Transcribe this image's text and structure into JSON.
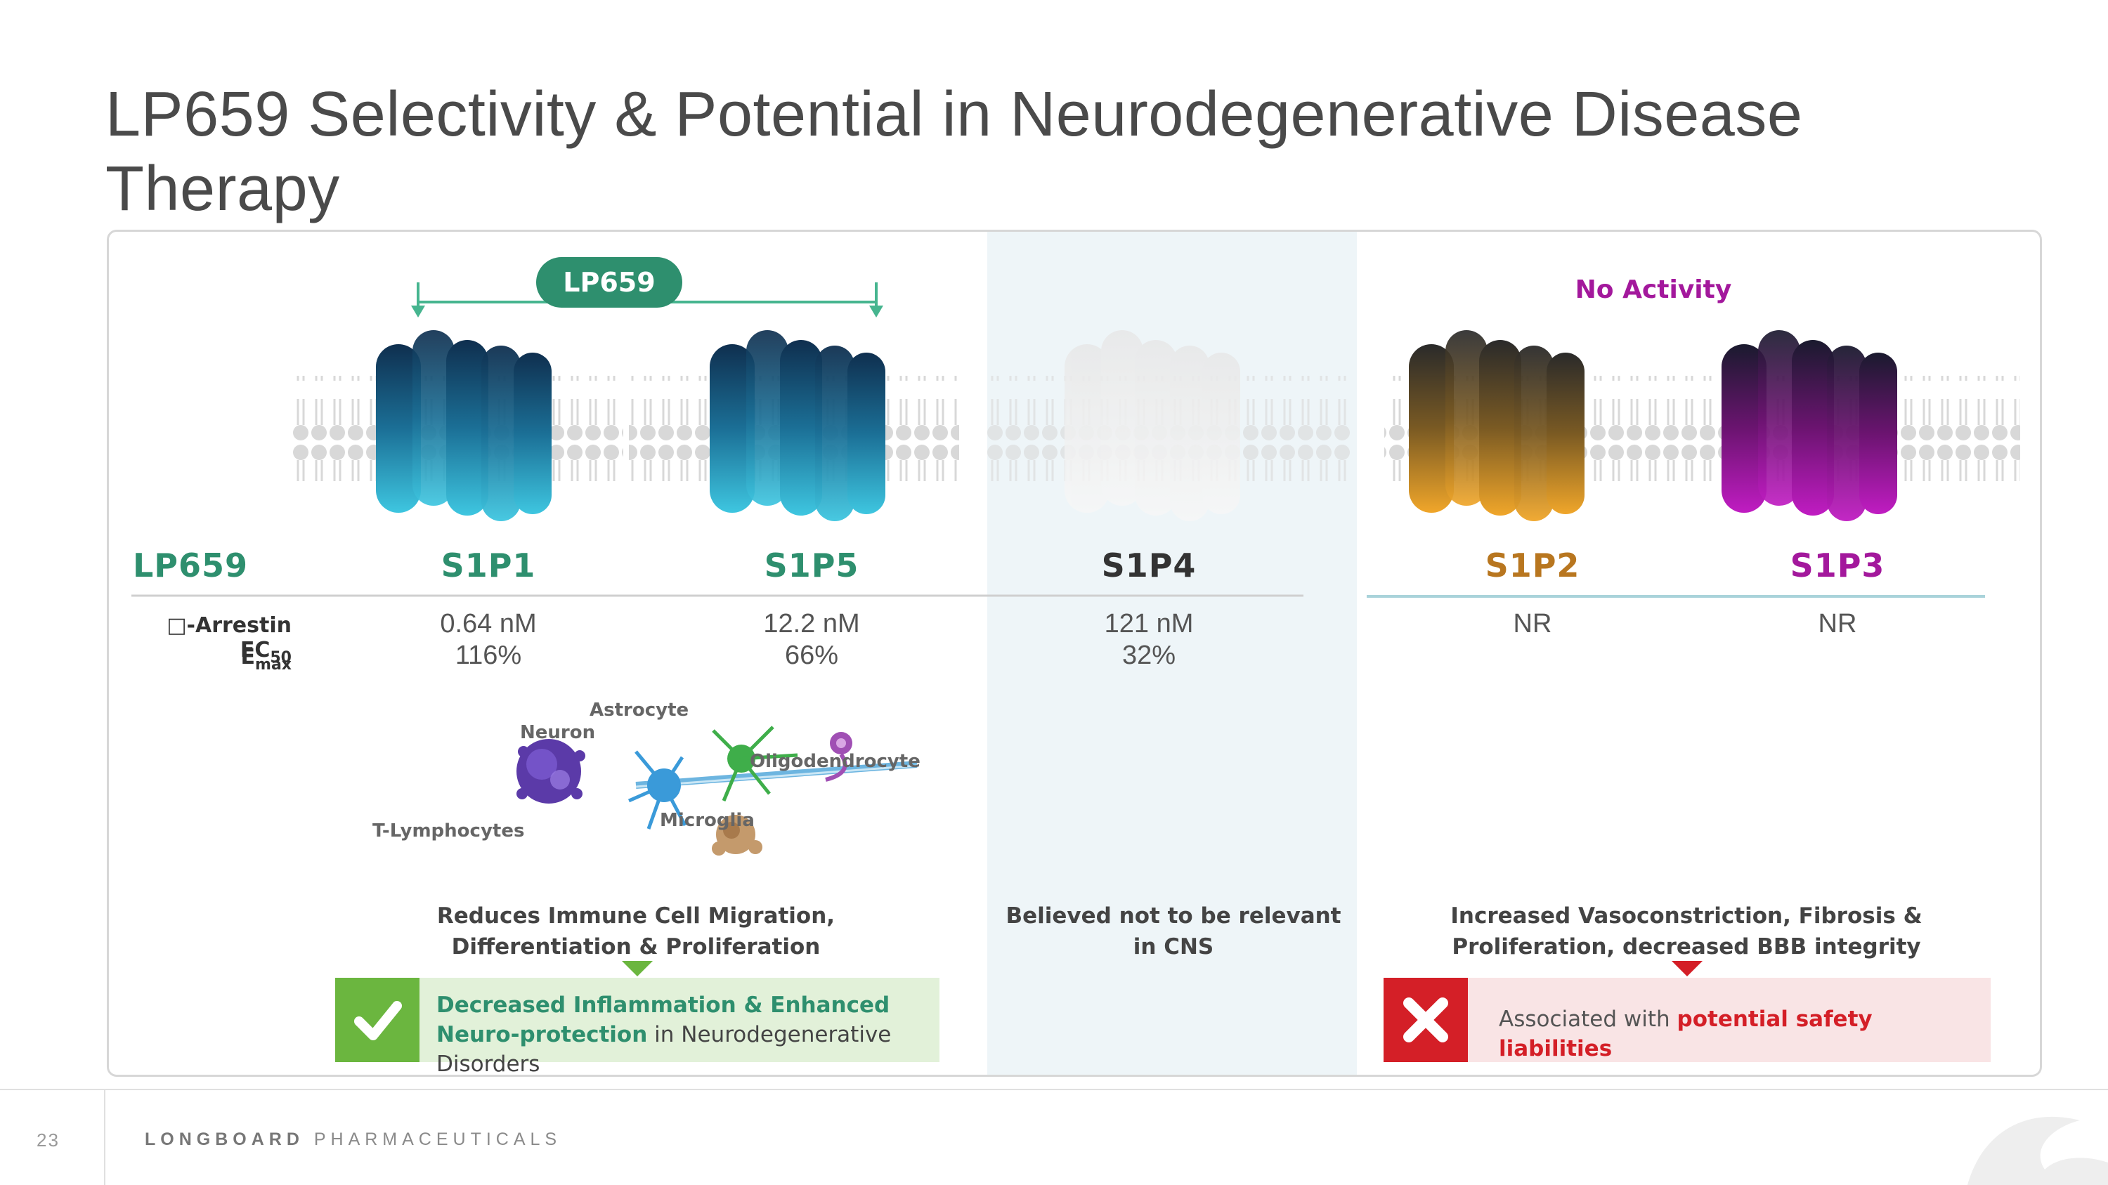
{
  "title": "LP659 Selectivity & Potential in Neurodegenerative Disease Therapy",
  "pill_label": "LP659",
  "no_activity_label": "No Activity",
  "compound_label": "LP659",
  "receptors": [
    {
      "name": "S1P1",
      "color": "#2e8f6e",
      "ec50": "0.64 nM",
      "emax": "116%"
    },
    {
      "name": "S1P5",
      "color": "#2e8f6e",
      "ec50": "12.2 nM",
      "emax": "66%"
    },
    {
      "name": "S1P4",
      "color": "#333333",
      "ec50": "121 nM",
      "emax": "32%"
    },
    {
      "name": "S1P2",
      "color": "#b8761f",
      "ec50": "NR",
      "emax": ""
    },
    {
      "name": "S1P3",
      "color": "#a3189c",
      "ec50": "NR",
      "emax": ""
    }
  ],
  "row_labels": {
    "ec50_prefix": "□-Arrestin EC",
    "ec50_sub": "50",
    "emax_prefix": "E",
    "emax_sub": "max"
  },
  "cells": {
    "astrocyte": "Astrocyte",
    "neuron": "Neuron",
    "oligodendrocyte": "Oligodendrocyte",
    "t_lymphocytes": "T-Lymphocytes",
    "microglia": "Microglia"
  },
  "captions": {
    "left": "Reduces Immune Cell Migration, Differentiation & Proliferation",
    "middle": "Believed not to be relevant in CNS",
    "right": "Increased Vasoconstriction, Fibrosis & Proliferation, decreased BBB integrity"
  },
  "green_box": {
    "bold": "Decreased Inflammation & Enhanced Neuro-protection",
    "rest": " in Neurodegenerative Disorders"
  },
  "red_box": {
    "prefix": "Associated with ",
    "bold": "potential safety liabilities"
  },
  "footer": {
    "page_number": "23",
    "company_bold": "LONGBOARD",
    "company_rest": " PHARMACEUTICALS"
  },
  "colors": {
    "green": "#2e8f6e",
    "purple": "#a3189c",
    "red": "#d41f27",
    "check_green": "#6bb63f"
  }
}
